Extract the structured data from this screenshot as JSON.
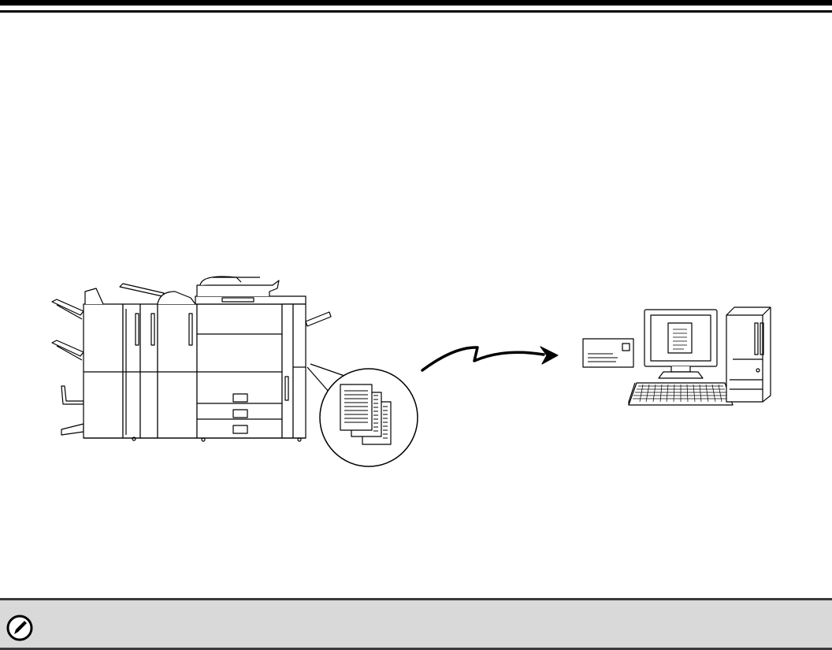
{
  "header": {
    "rule": "double"
  },
  "figure": {
    "machine": "multifunction-printer-with-finishers",
    "document_stack": "scanned-pages",
    "transmission": "arrow-to-computer",
    "envelope": "email",
    "computer": "desktop-pc"
  },
  "note": {
    "icon": "pencil-icon",
    "text": ""
  },
  "colors": {
    "line": "#000000",
    "note_bg": "#d9d9d9",
    "note_border": "#3a3a3a"
  }
}
